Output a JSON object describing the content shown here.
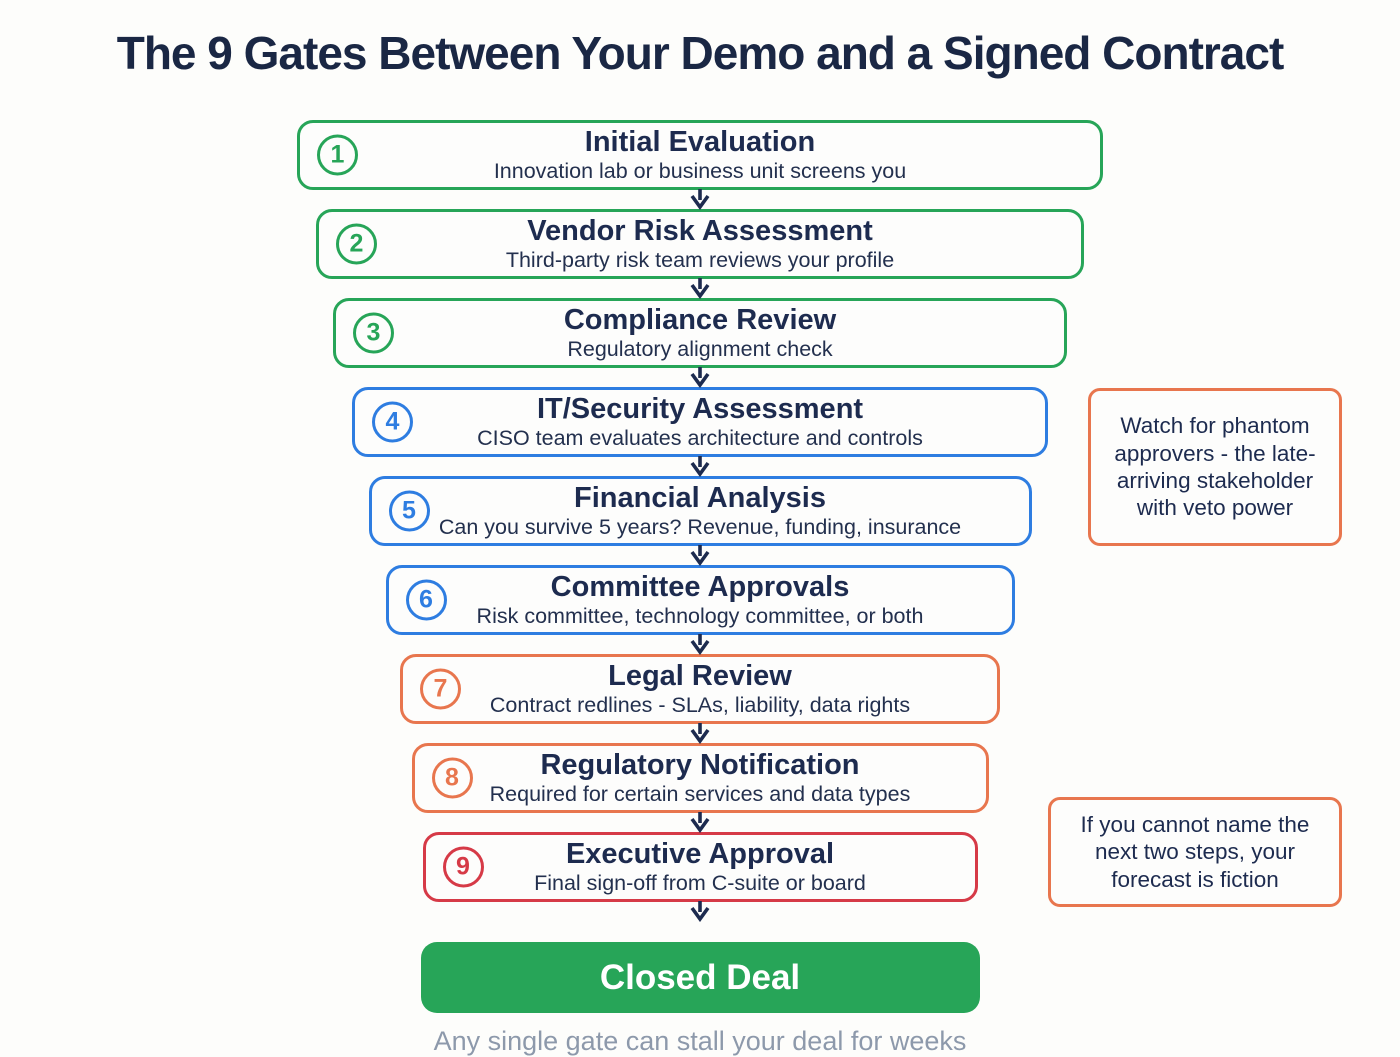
{
  "title": "The 9 Gates Between Your Demo and a Signed Contract",
  "colors": {
    "green": "#27a558",
    "blue": "#2e7de1",
    "orange": "#e8764e",
    "red": "#d63a47",
    "navy_text": "#1d2b4f",
    "closed_deal_fill": "#27a558",
    "footer_gray": "#8d99ab",
    "background": "#fdfdfb"
  },
  "gates": [
    {
      "number": "1",
      "title": "Initial Evaluation",
      "subtitle": "Innovation lab or business unit screens you",
      "color": "green"
    },
    {
      "number": "2",
      "title": "Vendor Risk Assessment",
      "subtitle": "Third-party risk team reviews your profile",
      "color": "green"
    },
    {
      "number": "3",
      "title": "Compliance Review",
      "subtitle": "Regulatory alignment check",
      "color": "green"
    },
    {
      "number": "4",
      "title": "IT/Security Assessment",
      "subtitle": "CISO team evaluates architecture and controls",
      "color": "blue"
    },
    {
      "number": "5",
      "title": "Financial Analysis",
      "subtitle": "Can you survive 5 years? Revenue, funding, insurance",
      "color": "blue"
    },
    {
      "number": "6",
      "title": "Committee Approvals",
      "subtitle": "Risk committee, technology committee, or both",
      "color": "blue"
    },
    {
      "number": "7",
      "title": "Legal Review",
      "subtitle": "Contract redlines - SLAs, liability, data rights",
      "color": "orange"
    },
    {
      "number": "8",
      "title": "Regulatory Notification",
      "subtitle": "Required for certain services and data types",
      "color": "orange"
    },
    {
      "number": "9",
      "title": "Executive Approval",
      "subtitle": "Final sign-off from C-suite or board",
      "color": "red"
    }
  ],
  "closed_deal_label": "Closed Deal",
  "footer": "Any single gate can stall your deal for weeks",
  "callouts": [
    {
      "text": "Watch for phantom approvers - the late-arriving stakeholder with veto power"
    },
    {
      "text": "If you cannot name the next two steps, your forecast is fiction"
    }
  ]
}
